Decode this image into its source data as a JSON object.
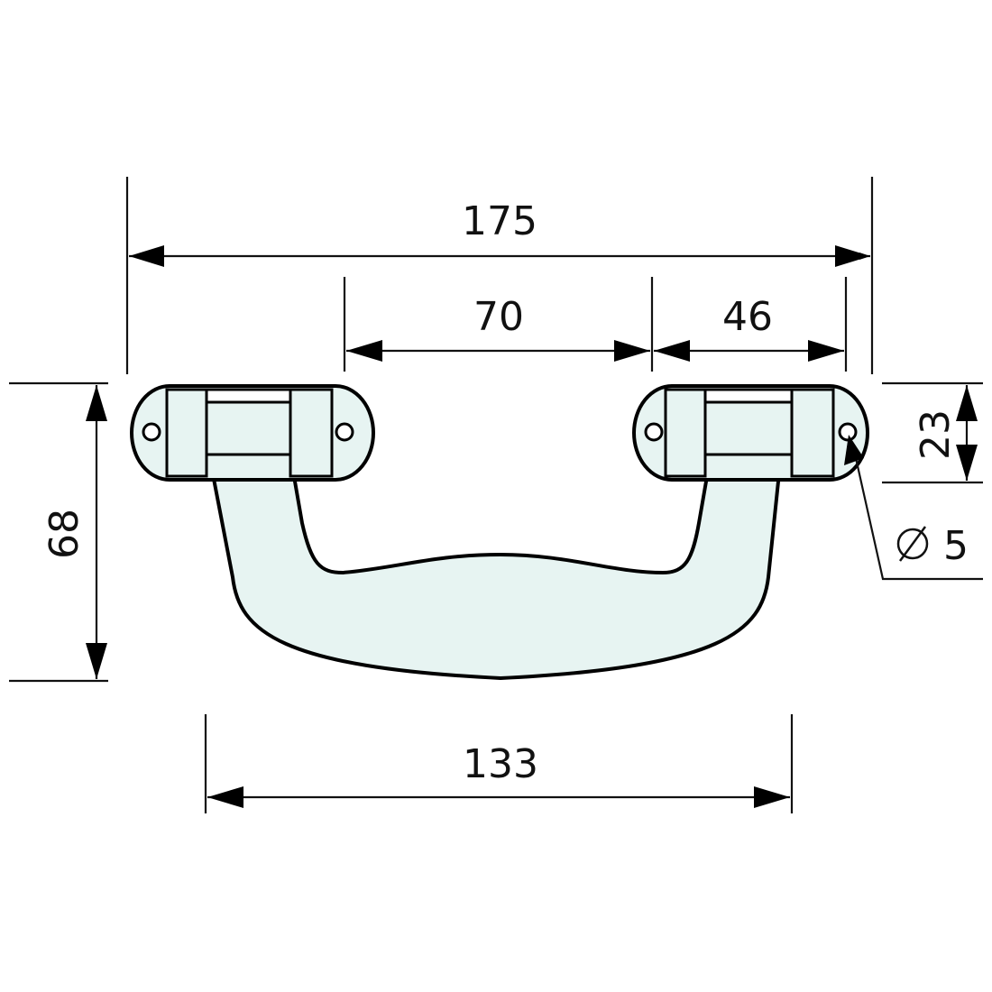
{
  "drawing": {
    "subject": "handle",
    "fill_color": "#e7f4f2",
    "line_color": "#000000",
    "units": "mm"
  },
  "dimensions": {
    "overall_width": {
      "label": "175",
      "value": 175
    },
    "hole_to_base": {
      "label": "70",
      "value": 70
    },
    "base_length": {
      "label": "46",
      "value": 46
    },
    "overall_height": {
      "label": "68",
      "value": 68
    },
    "base_height": {
      "label": "23",
      "value": 23
    },
    "hole_diameter": {
      "label": "∅ 5",
      "value": 5
    },
    "grip_width": {
      "label": "133",
      "value": 133
    }
  }
}
